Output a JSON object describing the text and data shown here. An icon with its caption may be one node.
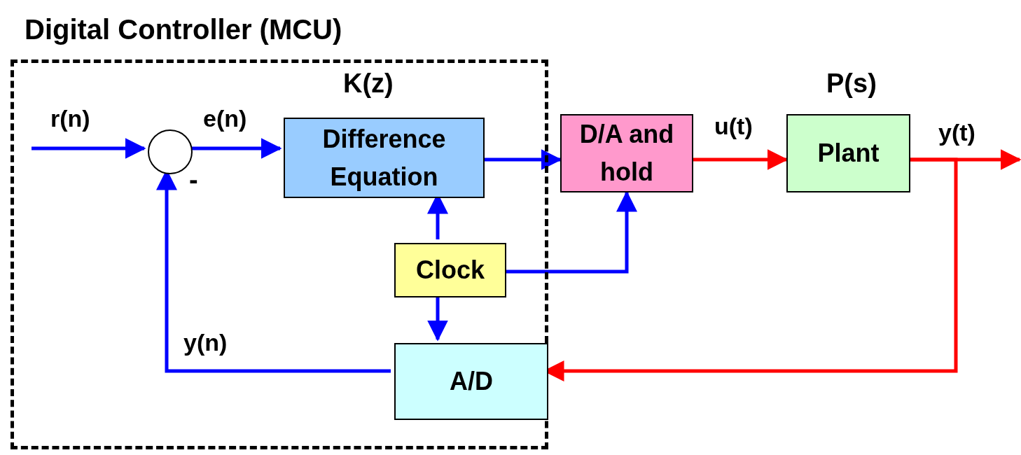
{
  "diagram": {
    "nodes": [
      {
        "text": [
          "Digital Controller (MCU)"
        ]
      },
      {
        "text": [],
        "shape": "circle",
        "in": 0,
        "beside": [
          "-"
        ]
      },
      {
        "text": [
          "Difference Equation"
        ],
        "in": 0,
        "beside": [
          "K(z)"
        ]
      },
      {
        "text": [
          "Clock"
        ],
        "in": 0
      },
      {
        "text": [
          "A/D"
        ],
        "in": 0
      },
      {
        "text": [
          "D/A and hold"
        ]
      },
      {
        "text": [
          "Plant"
        ],
        "beside": [
          "P(s)"
        ]
      }
    ],
    "edges": [
      {
        "from": null,
        "to": 1,
        "arrow": "to",
        "label": "r(n)"
      },
      {
        "from": 1,
        "to": 2,
        "arrow": "to",
        "label": "e(n)"
      },
      {
        "from": 2,
        "to": 5,
        "arrow": "to"
      },
      {
        "from": 5,
        "to": 6,
        "arrow": "to",
        "label": "u(t)",
        "color": "#ff0000"
      },
      {
        "from": 6,
        "to": null,
        "arrow": "to",
        "label": "y(t)",
        "color": "#ff0000"
      },
      {
        "from": 6,
        "to": 4,
        "arrow": "to",
        "color": "#ff0000"
      },
      {
        "from": 4,
        "to": 1,
        "arrow": "to",
        "label": "y(n)"
      },
      {
        "from": 3,
        "to": 2,
        "arrow": "to"
      },
      {
        "from": 3,
        "to": 4,
        "arrow": "to"
      },
      {
        "from": 3,
        "to": 5,
        "arrow": "to"
      }
    ]
  }
}
